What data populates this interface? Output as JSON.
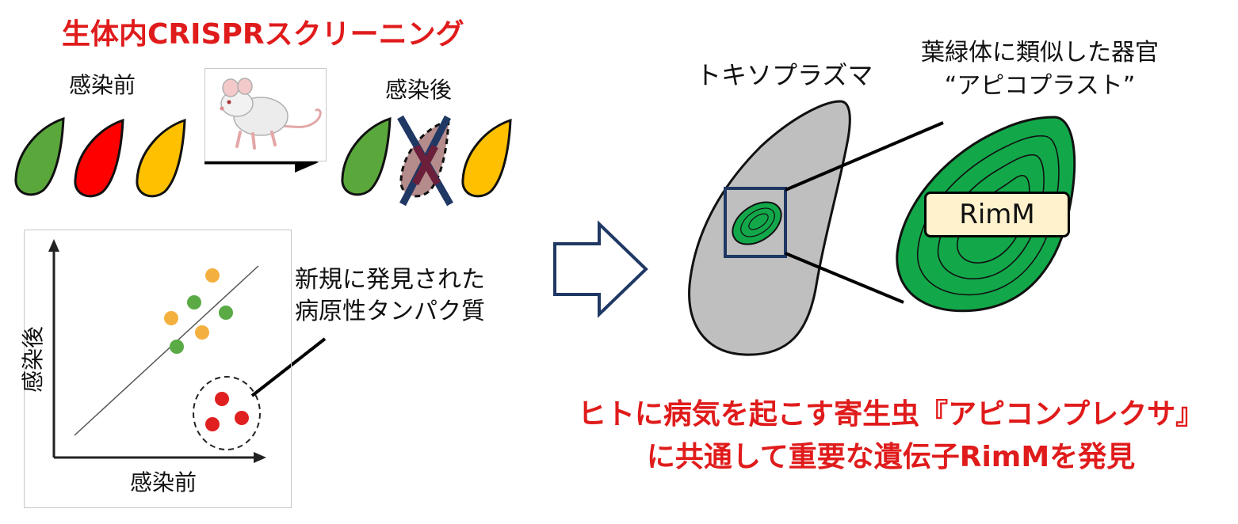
{
  "title_left": "生体内CRISPRスクリーニング",
  "label_before": "感染前",
  "label_after": "感染後",
  "plot": {
    "ylabel": "感染後",
    "xlabel": "感染前"
  },
  "callout": {
    "line1": "新規に発見された",
    "line2": "病原性タンパク質"
  },
  "toxoplasma_label": "トキソプラズマ",
  "apicoplast": {
    "line1": "葉緑体に類似した器官",
    "line2": "“アピコプラスト”"
  },
  "gene_name": "RimM",
  "conclusion": {
    "line1": "ヒトに病気を起こす寄生虫『アピコンプレクサ』",
    "line2": "に共通して重要な遺伝子RimMを発見"
  },
  "colors": {
    "title_red": "#e01b1b",
    "parasite_green": "#5aa83c",
    "parasite_red": "#ff0000",
    "parasite_yellow": "#ffc000",
    "cross_navy": "#1f3864",
    "cell_gray": "#bfbfbf",
    "apicoplast_green": "#12a84a",
    "gene_box_fill": "#fff2cc",
    "dot_orange": "#f4b03e",
    "dot_green": "#5aaa46",
    "dot_red": "#e02020"
  },
  "icons": [
    "mouse-illustration",
    "hollow-right-arrow-icon",
    "black-right-arrow-icon",
    "cross-mark-icon"
  ]
}
